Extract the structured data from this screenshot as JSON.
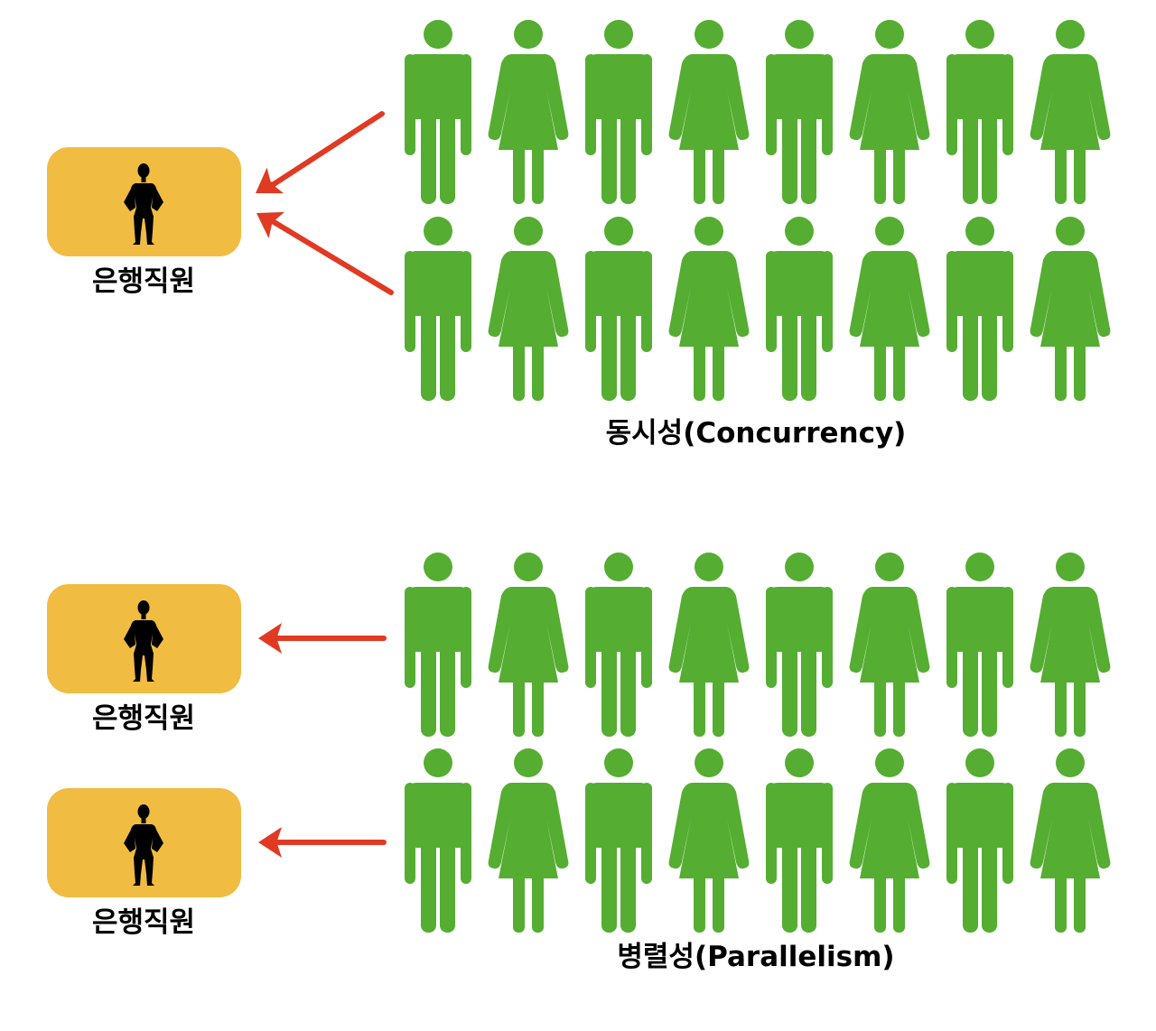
{
  "concurrency": {
    "caption": "동시성(Concurrency)",
    "teller_label": "은행직원",
    "queue_rows": 2,
    "people_per_row": 8
  },
  "parallelism": {
    "caption": "병렬성(Parallelism)",
    "teller_labels": [
      "은행직원",
      "은행직원"
    ],
    "queue_rows": 2,
    "people_per_row": 8
  },
  "colors": {
    "person": "#55ad32",
    "teller_box": "#f0bc42",
    "arrow": "#e03a22",
    "silhouette": "#000000"
  },
  "icons": {
    "customer_male": "man-icon",
    "customer_female": "woman-icon",
    "teller": "woman-silhouette-icon",
    "arrow": "arrow-left-icon"
  }
}
